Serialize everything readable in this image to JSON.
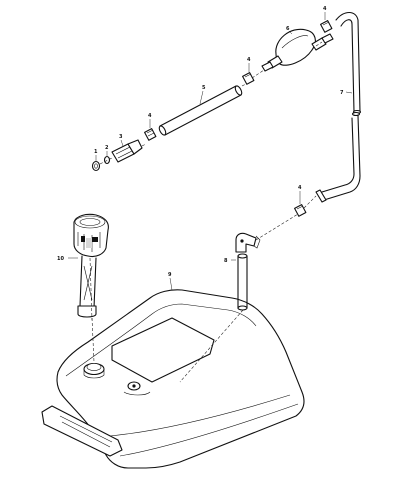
{
  "callouts": [
    {
      "id": "c1",
      "label": "1"
    },
    {
      "id": "c2",
      "label": "2"
    },
    {
      "id": "c3",
      "label": "3"
    },
    {
      "id": "c4a",
      "label": "4"
    },
    {
      "id": "c5",
      "label": "5"
    },
    {
      "id": "c4b",
      "label": "4"
    },
    {
      "id": "c6",
      "label": "6"
    },
    {
      "id": "c4c",
      "label": "4"
    },
    {
      "id": "c7",
      "label": "7"
    },
    {
      "id": "c4d",
      "label": "4"
    },
    {
      "id": "c8",
      "label": "8"
    },
    {
      "id": "c9",
      "label": "9"
    },
    {
      "id": "c10",
      "label": "10"
    }
  ]
}
